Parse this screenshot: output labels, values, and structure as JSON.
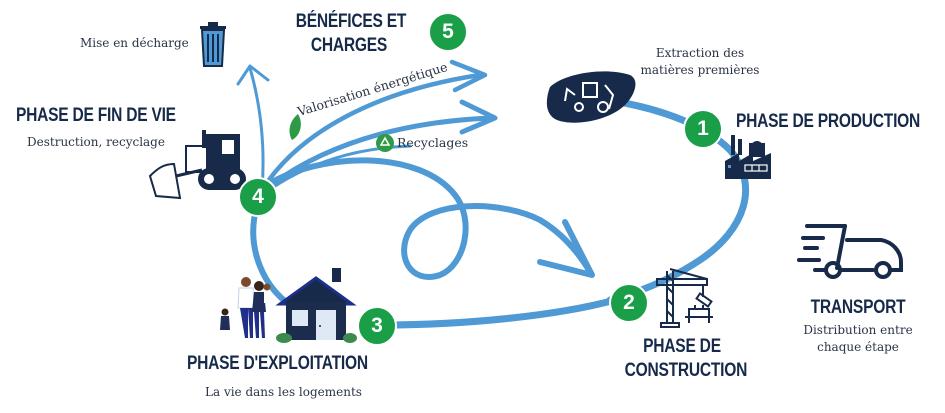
{
  "colors": {
    "navy": "#172a4a",
    "arrow_blue": "#4f9ad4",
    "badge_green": "#1a9e47",
    "text_dark": "#2a3346"
  },
  "phases": {
    "production": {
      "number": "1",
      "title": "PHASE DE PRODUCTION",
      "icon": "factory-icon"
    },
    "extraction": {
      "caption_line1": "Extraction des",
      "caption_line2": "matières premières",
      "icon": "excavator-icon"
    },
    "construction": {
      "number": "2",
      "title_line1": "PHASE DE",
      "title_line2": "CONSTRUCTION",
      "icon": "crane-icon"
    },
    "exploitation": {
      "number": "3",
      "title": "PHASE D'EXPLOITATION",
      "caption": "La vie dans les logements",
      "icon": "house-family-icon"
    },
    "fin_de_vie": {
      "number": "4",
      "title": "PHASE DE FIN DE VIE",
      "caption": "Destruction, recyclage",
      "icon": "bulldozer-icon"
    },
    "benefices": {
      "number": "5",
      "title_line1": "BÉNÉFICES ET",
      "title_line2": "CHARGES"
    }
  },
  "transport": {
    "title": "TRANSPORT",
    "caption_line1": "Distribution entre",
    "caption_line2": "chaque étape",
    "icon": "delivery-truck-icon"
  },
  "end_of_life_paths": {
    "landfill": {
      "label": "Mise en décharge",
      "icon": "trash-bin-icon"
    },
    "energy": {
      "label": "Valorisation énergétique",
      "icon": "leaf-icon"
    },
    "recycling": {
      "label": "Recyclages",
      "icon": "recycle-icon"
    }
  }
}
